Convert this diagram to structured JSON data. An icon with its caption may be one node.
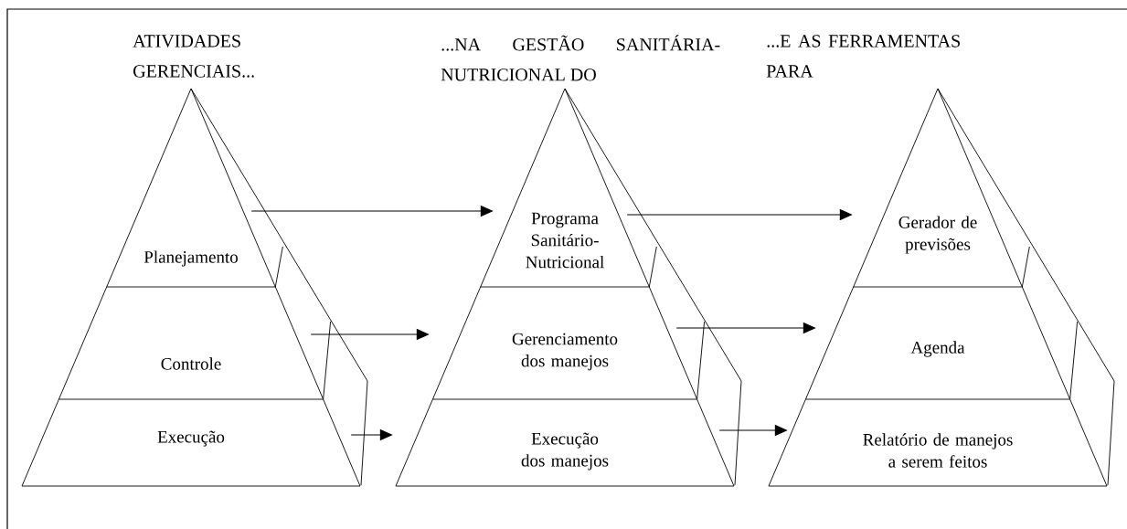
{
  "diagram": {
    "nodes": [
      {
        "text": [
          "Planejamento"
        ]
      },
      {
        "text": [
          "Programa Sanitário-Nutricional"
        ]
      },
      {
        "text": [
          "Gerador de previsões"
        ]
      },
      {
        "text": [
          "Controle"
        ]
      },
      {
        "text": [
          "Gerenciamento dos manejos"
        ]
      },
      {
        "text": [
          "Agenda"
        ]
      },
      {
        "text": [
          "Execução"
        ]
      },
      {
        "text": [
          "Execução dos manejos"
        ]
      },
      {
        "text": [
          "Relatório de manejos a serem feitos"
        ]
      }
    ],
    "edges": [
      {
        "from": 0,
        "to": 1,
        "arrow": "to"
      },
      {
        "from": 1,
        "to": 2,
        "arrow": "to"
      },
      {
        "from": 3,
        "to": 4,
        "arrow": "to"
      },
      {
        "from": 4,
        "to": 5,
        "arrow": "to"
      },
      {
        "from": 6,
        "to": 7,
        "arrow": "to"
      },
      {
        "from": 7,
        "to": 8,
        "arrow": "to"
      }
    ],
    "labels": [
      "ATIVIDADES GERENCIAIS...",
      "...NA GESTÃO SANITÁRIA-NUTRICIONAL DO",
      "...E AS FERRAMENTAS PARA"
    ]
  }
}
